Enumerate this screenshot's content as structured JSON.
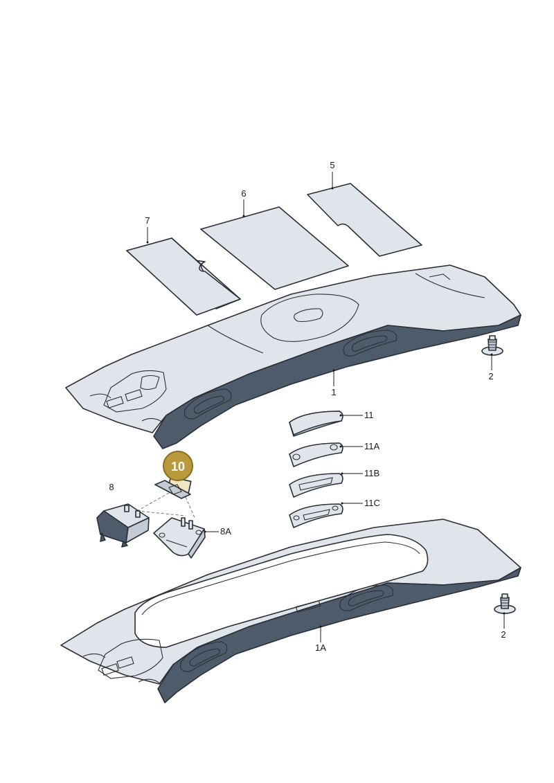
{
  "callouts": {
    "c1": "1",
    "c1A": "1A",
    "c2a": "2",
    "c2b": "2",
    "c5": "5",
    "c6": "6",
    "c7": "7",
    "c8": "8",
    "c8A": "8A",
    "c10": "10",
    "c11": "11",
    "c11A": "11A",
    "c11B": "11B",
    "c11C": "11C"
  },
  "colors": {
    "surface_light": "#dfe5ea",
    "surface_mid": "#c3ccd4",
    "surface_dark": "#4d5b6b",
    "outline": "#2a2f35",
    "highlight_fill": "#b89a3c",
    "highlight_stroke": "#8a6f1f",
    "highlight_part": "#f3e4c2"
  }
}
